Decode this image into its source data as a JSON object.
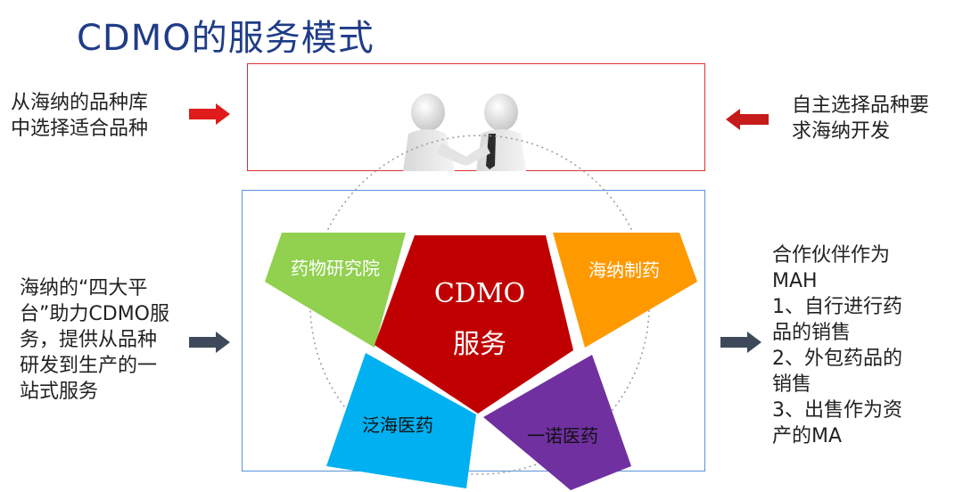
{
  "title": "CDMO的服务模式",
  "left_top_text": "从海纳的品种库\n中选择适合品种",
  "right_top_text": "自主选择品种要\n求海纳开发",
  "left_mid_text": "海纳的“四大平\n台”助力CDMO服\n务，提供从品种\n研发到生产的一\n站式服务",
  "right_mid_text": "合作伙伴作为\nMAH\n1、自行进行药\n品的销售\n2、外包药品的\n销售\n3、出售作为资\n产的MA",
  "center": {
    "line1": "CDMO",
    "line2": "服务"
  },
  "segments": {
    "top_left": "药物研究院",
    "top_right": "海纳制药",
    "bottom_left": "泛海医药",
    "bottom_right": "一诺医药"
  },
  "colors": {
    "title": "#1f3c88",
    "red_arrow": "#e01b1b",
    "dark_arrow": "#3e4a5c",
    "center": "#c00000",
    "top_left": "#92d050",
    "top_right": "#ff9900",
    "bottom_left": "#00b0f0",
    "bottom_right": "#7030a0"
  },
  "icons": {
    "handshake": "handshake-figures-icon"
  }
}
